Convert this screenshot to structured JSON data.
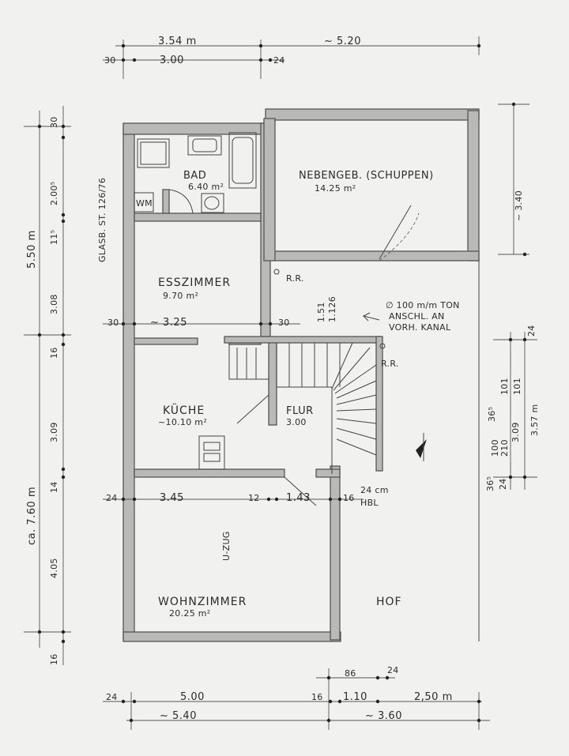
{
  "rooms": {
    "bad": {
      "name": "BAD",
      "area": "6.40 m²"
    },
    "nebengeb": {
      "name": "NEBENGEB. (SCHUPPEN)",
      "area": "14.25 m²"
    },
    "esszimmer": {
      "name": "ESSZIMMER",
      "area": "9.70 m²"
    },
    "kueche": {
      "name": "KÜCHE",
      "area": "~10.10 m²"
    },
    "flur": {
      "name": "FLUR",
      "area": "3.00"
    },
    "wohnzimmer": {
      "name": "WOHNZIMMER",
      "area": "20.25 m²"
    },
    "hof": {
      "name": "HOF"
    }
  },
  "annotations": {
    "wm": "WM",
    "glasb": "GLASB. ST. 126/76",
    "rr1": "R.R.",
    "rr2": "R.R.",
    "kanal1": "∅ 100 m/m TON",
    "kanal2": "ANSCHL. AN",
    "kanal3": "VORH. KANAL",
    "hbl1": "24 cm",
    "hbl2": "HBL",
    "uzug": "U-ZUG",
    "stair1": "1.51",
    "stair2": "1.126"
  },
  "dims_top": {
    "d1": "3.54 m",
    "d2": "~ 5.20",
    "d3": "30",
    "d4": "3.00",
    "d5": "24"
  },
  "dims_left": {
    "d1": "30",
    "d2": "2.00⁵",
    "d3": "11⁵",
    "d4": "3.08",
    "d5": "16",
    "d6": "3.09",
    "d7": "14",
    "d8": "4.05",
    "d9": "16",
    "total1": "5.50 m",
    "total2": "ca. 7.60 m"
  },
  "dims_right": {
    "d1": "~ 3.40",
    "d2": "24",
    "d3": "101",
    "d4": "101",
    "d5": "36⁵",
    "d6": "100",
    "d7": "210",
    "d8": "3.09",
    "d9": "3.57 m",
    "d10": "36⁵",
    "d11": "24"
  },
  "dims_mid": {
    "r1a": "30",
    "r1b": "~ 3.25",
    "r1c": "30",
    "r2a": "24",
    "r2b": "3.45",
    "r2c": "12",
    "r2d": "1.43",
    "r2e": "16"
  },
  "dims_bottom": {
    "a1": "86",
    "a2": "24",
    "b1": "24",
    "b2": "5.00",
    "b3": "16",
    "b4": "1.10",
    "b5": "2,50 m",
    "c1": "~ 5.40",
    "c2": "~ 3.60"
  }
}
